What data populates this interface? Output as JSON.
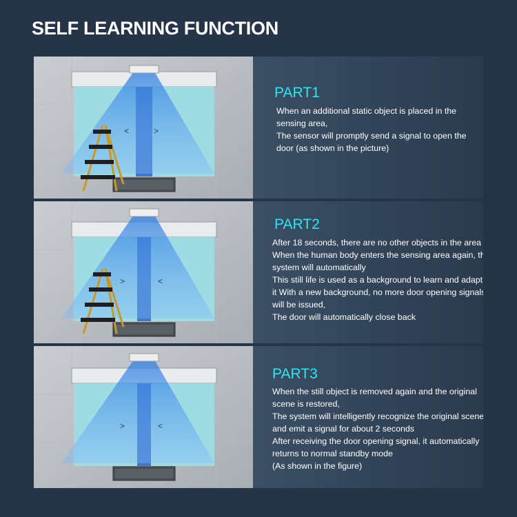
{
  "title": "SELF LEARNING FUNCTION",
  "parts": [
    {
      "title": "PART1",
      "lines": [
        "When an additional static object is placed in the",
        "sensing area,",
        "The sensor will promptly send a signal to open the",
        "door (as shown in the picture)"
      ],
      "door_arrows": [
        "<",
        ">"
      ],
      "has_ladder": true
    },
    {
      "title": "PART2",
      "lines": [
        "After 18 seconds, there are no other objects in the area",
        "When the human body enters the sensing area again, the",
        "system will automatically",
        "This still life is used as a background to learn and adapt to",
        "it With a new background, no more door opening signals",
        "will be issued,",
        "The door will automatically close back"
      ],
      "door_arrows": [
        ">",
        "<"
      ],
      "has_ladder": true
    },
    {
      "title": "PART3",
      "lines": [
        "When the still object is removed again and the original",
        "scene is restored,",
        "The system will intelligently recognize the original scene",
        "and emit a signal for about 2 seconds",
        "After receiving the door opening signal, it automatically",
        "returns to normal standby mode",
        "(As shown in the figure)"
      ],
      "door_arrows": [
        ">",
        "<"
      ],
      "has_ladder": false
    }
  ],
  "colors": {
    "background": "#253447",
    "part_title": "#2ee6f2",
    "text": "#ffffff"
  }
}
